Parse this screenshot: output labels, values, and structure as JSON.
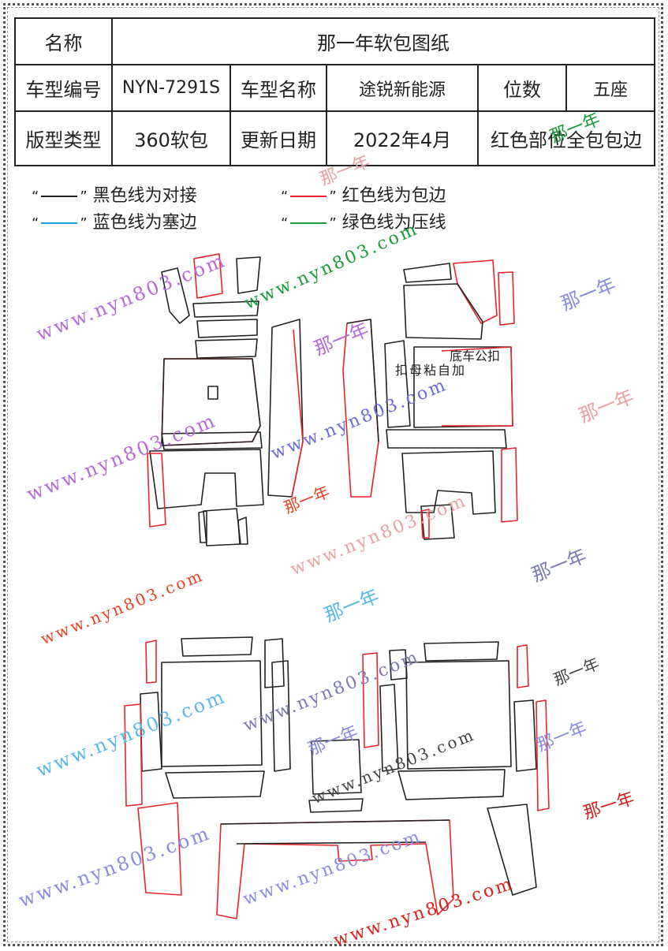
{
  "table": {
    "name_label": "名称",
    "name_value": "那一年软包图纸",
    "model_no_label": "车型编号",
    "model_no_value": "NYN-7291S",
    "model_name_label": "车型名称",
    "model_name_value": "途锐新能源",
    "seats_label": "位数",
    "seats_value": "五座",
    "type_label": "版型类型",
    "type_value": "360软包",
    "date_label": "更新日期",
    "date_value": "2022年4月",
    "note_value": "红色部位全包包边"
  },
  "legend": [
    {
      "quote": "“",
      "close": "”",
      "text": "黑色线为对接",
      "color": "#222222"
    },
    {
      "quote": "“",
      "close": "”",
      "text": "红色线为包边",
      "color": "#e8232a"
    },
    {
      "quote": "“",
      "close": "”",
      "text": "蓝色线为塞边",
      "color": "#1aa3d9"
    },
    {
      "quote": "“",
      "close": "”",
      "text": "绿色线为压线",
      "color": "#1a9a3a"
    }
  ],
  "annotation": {
    "line1": "底车公扣",
    "line2": "加自粘母扣"
  },
  "watermarks": {
    "site": "www.nyn803.com",
    "brand": "那一年"
  },
  "colors": {
    "black": "#222222",
    "red": "#e8232a",
    "blue": "#1aa3d9",
    "green": "#1a9a3a"
  }
}
